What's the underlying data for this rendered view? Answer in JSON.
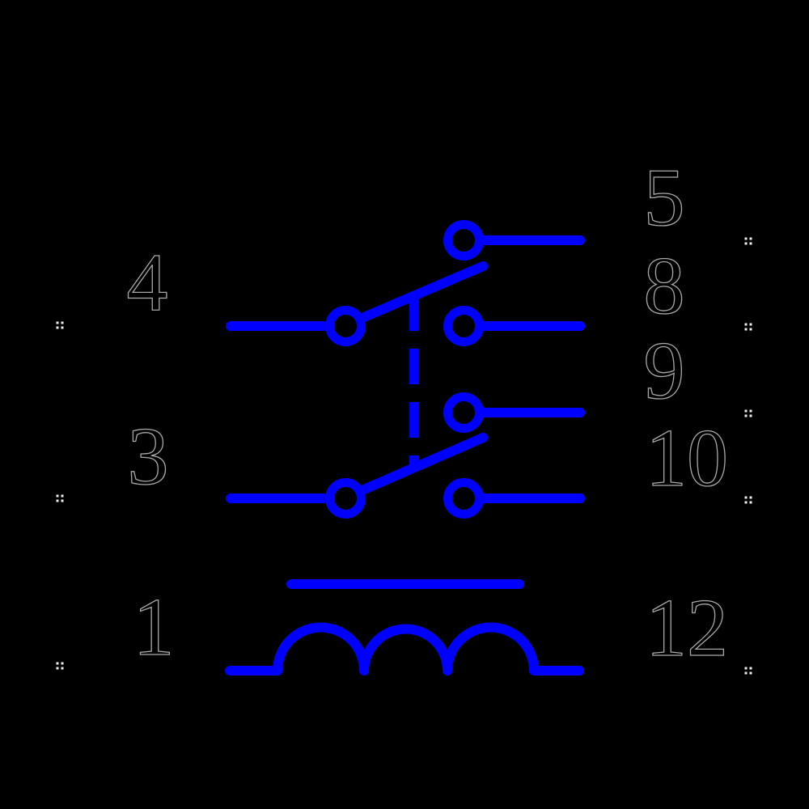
{
  "schematic": {
    "kind": "relay-schematic-symbol",
    "description_semantic": "double-pole relay: two changeover contact sets with dashed mechanical linkage and coil",
    "colors": {
      "background": "#000000",
      "wire": "#0000ff",
      "label_fill": "#000000",
      "label_outline": "#a8a8a8",
      "terminal_marker": "#f0f0f0"
    },
    "pin_labels": {
      "pin4": "4",
      "pin3": "3",
      "pin1": "1",
      "pin5": "5",
      "pin8": "8",
      "pin9": "9",
      "pin10": "10",
      "pin12": "12"
    }
  }
}
